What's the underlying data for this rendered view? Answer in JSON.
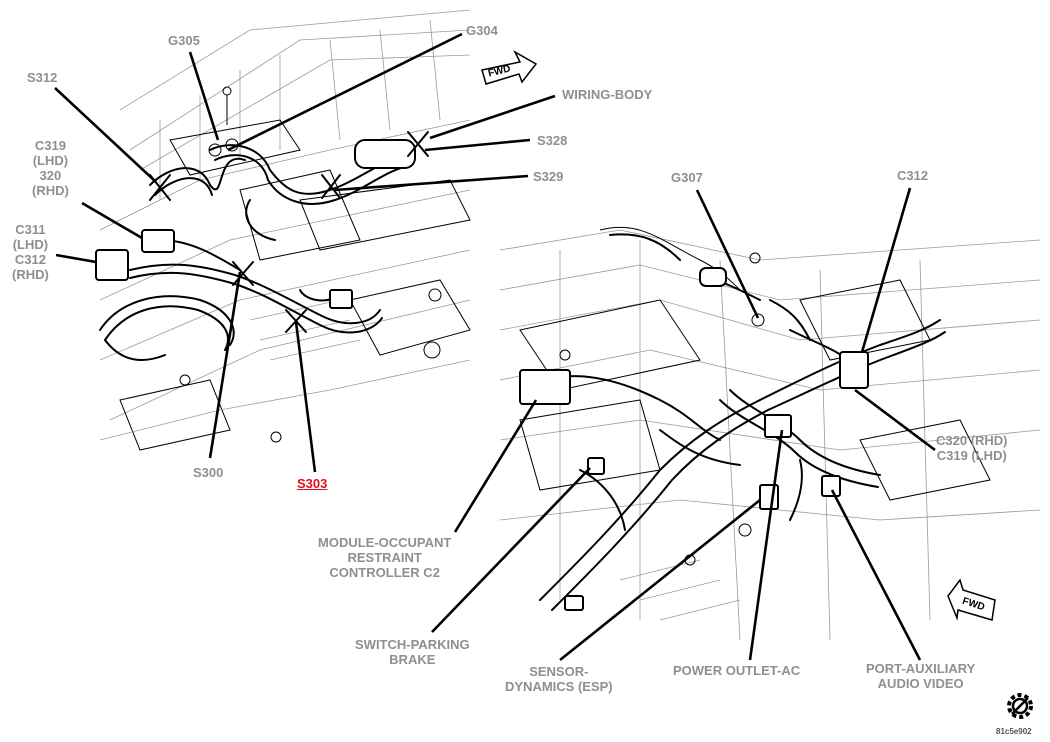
{
  "labels": {
    "g305": "G305",
    "g304": "G304",
    "s312": "S312",
    "wiring_body": "WIRING-BODY",
    "s328": "S328",
    "s329": "S329",
    "c319_320": [
      "C319",
      "(LHD)",
      "320",
      "(RHD)"
    ],
    "c311_c312": [
      "C311",
      "(LHD)",
      "C312",
      "(RHD)"
    ],
    "g307": "G307",
    "c312": "C312",
    "s300": "S300",
    "s303": "S303",
    "c320_c319": [
      "C320 (RHD)",
      "C319 (LHD)"
    ],
    "module_occupant": [
      "MODULE-OCCUPANT",
      "RESTRAINT",
      "CONTROLLER C2"
    ],
    "switch_parking": [
      "SWITCH-PARKING",
      "BRAKE"
    ],
    "sensor_dynamics": [
      "SENSOR-",
      "DYNAMICS (ESP)"
    ],
    "power_outlet": "POWER OUTLET-AC",
    "port_auxiliary": [
      "PORT-AUXILIARY",
      "AUDIO VIDEO"
    ],
    "fwd_top": "FWD",
    "fwd_bottom": "FWD",
    "image_code": "81c5e902"
  },
  "colors": {
    "callout_text": "#8f8f8f",
    "highlight": "#e0101a",
    "line": "#000000"
  },
  "icons": {
    "fwd_arrow": "fwd-arrow-icon",
    "gear": "gear-icon",
    "splice_mark": "splice-x-icon"
  }
}
